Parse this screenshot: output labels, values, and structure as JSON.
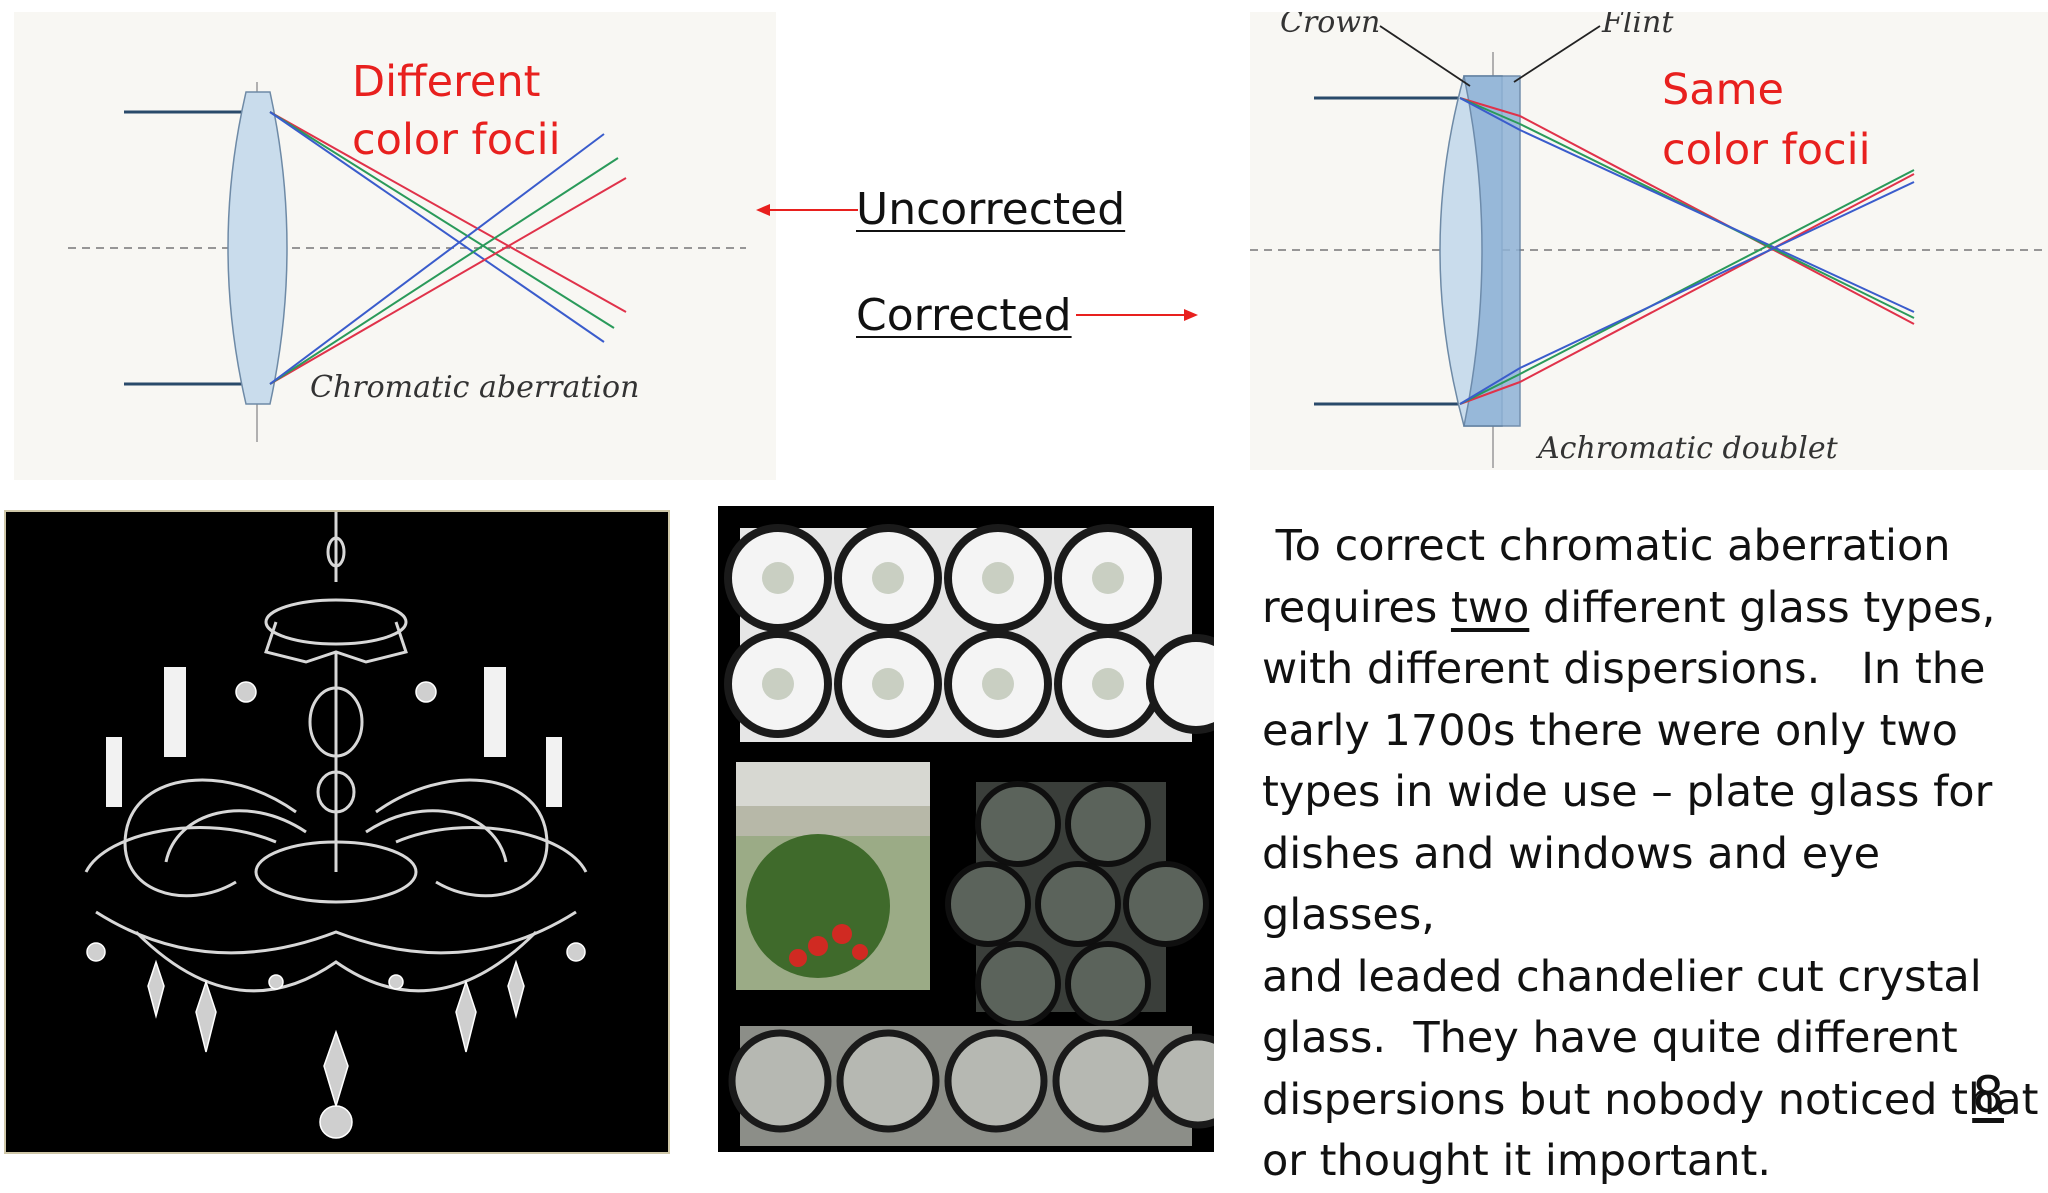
{
  "diagram_uncorrected": {
    "title_line1": "Different",
    "title_line2": "color focii",
    "caption": "Chromatic aberration"
  },
  "diagram_corrected": {
    "label_crown": "Crown",
    "label_flint": "Flint",
    "title_line1": "Same",
    "title_line2": "color focii",
    "caption": "Achromatic doublet"
  },
  "links": {
    "uncorrected": "Uncorrected",
    "corrected": "Corrected"
  },
  "body": {
    "line1": "To correct chromatic aberration",
    "line2_pre": "requires ",
    "line2_ul": "two",
    "line2_post": " different glass types,",
    "line3": "with different dispersions.   In the",
    "line4": "early 1700s there were only two",
    "line5": "types in wide use – plate glass for",
    "line6": "dishes and windows and eye glasses,",
    "line7": "and leaded chandelier cut crystal",
    "line8": "glass.  They have quite different",
    "line9": "dispersions but nobody noticed that",
    "line10": "or thought it important."
  },
  "page_number": "8",
  "colors": {
    "ray_red": "#e0324a",
    "ray_green": "#2a9a5a",
    "ray_blue": "#3a5ccc",
    "title_red": "#e8201e"
  }
}
